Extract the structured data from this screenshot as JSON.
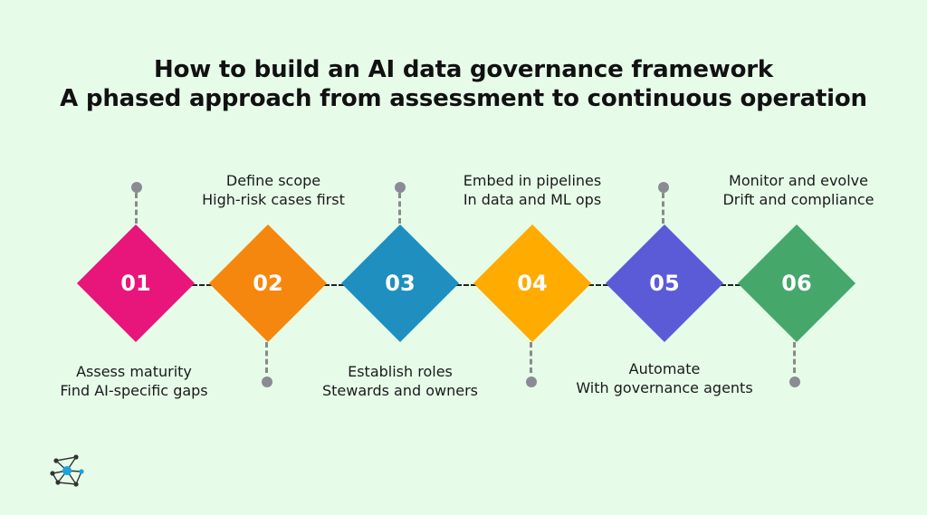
{
  "title": "How to build an AI data governance framework",
  "subtitle": "A phased approach from assessment to continuous operation",
  "steps": [
    {
      "number": "01",
      "title": "Assess maturity",
      "desc": "Find AI-specific gaps",
      "color": "#e8157a",
      "label_position": "below"
    },
    {
      "number": "02",
      "title": "Define scope",
      "desc": "High-risk cases first",
      "color": "#f5870f",
      "label_position": "above"
    },
    {
      "number": "03",
      "title": "Establish roles",
      "desc": "Stewards and owners",
      "color": "#1f8fbf",
      "label_position": "below"
    },
    {
      "number": "04",
      "title": "Embed in pipelines",
      "desc": "In data and ML ops",
      "color": "#ffab00",
      "label_position": "above"
    },
    {
      "number": "05",
      "title": "Automate",
      "desc": "With governance agents",
      "color": "#5b5bd8",
      "label_position": "below"
    },
    {
      "number": "06",
      "title": "Monitor and evolve",
      "desc": "Drift and compliance",
      "color": "#46a76a",
      "label_position": "above"
    }
  ],
  "logo_icon": "network-logo-icon"
}
